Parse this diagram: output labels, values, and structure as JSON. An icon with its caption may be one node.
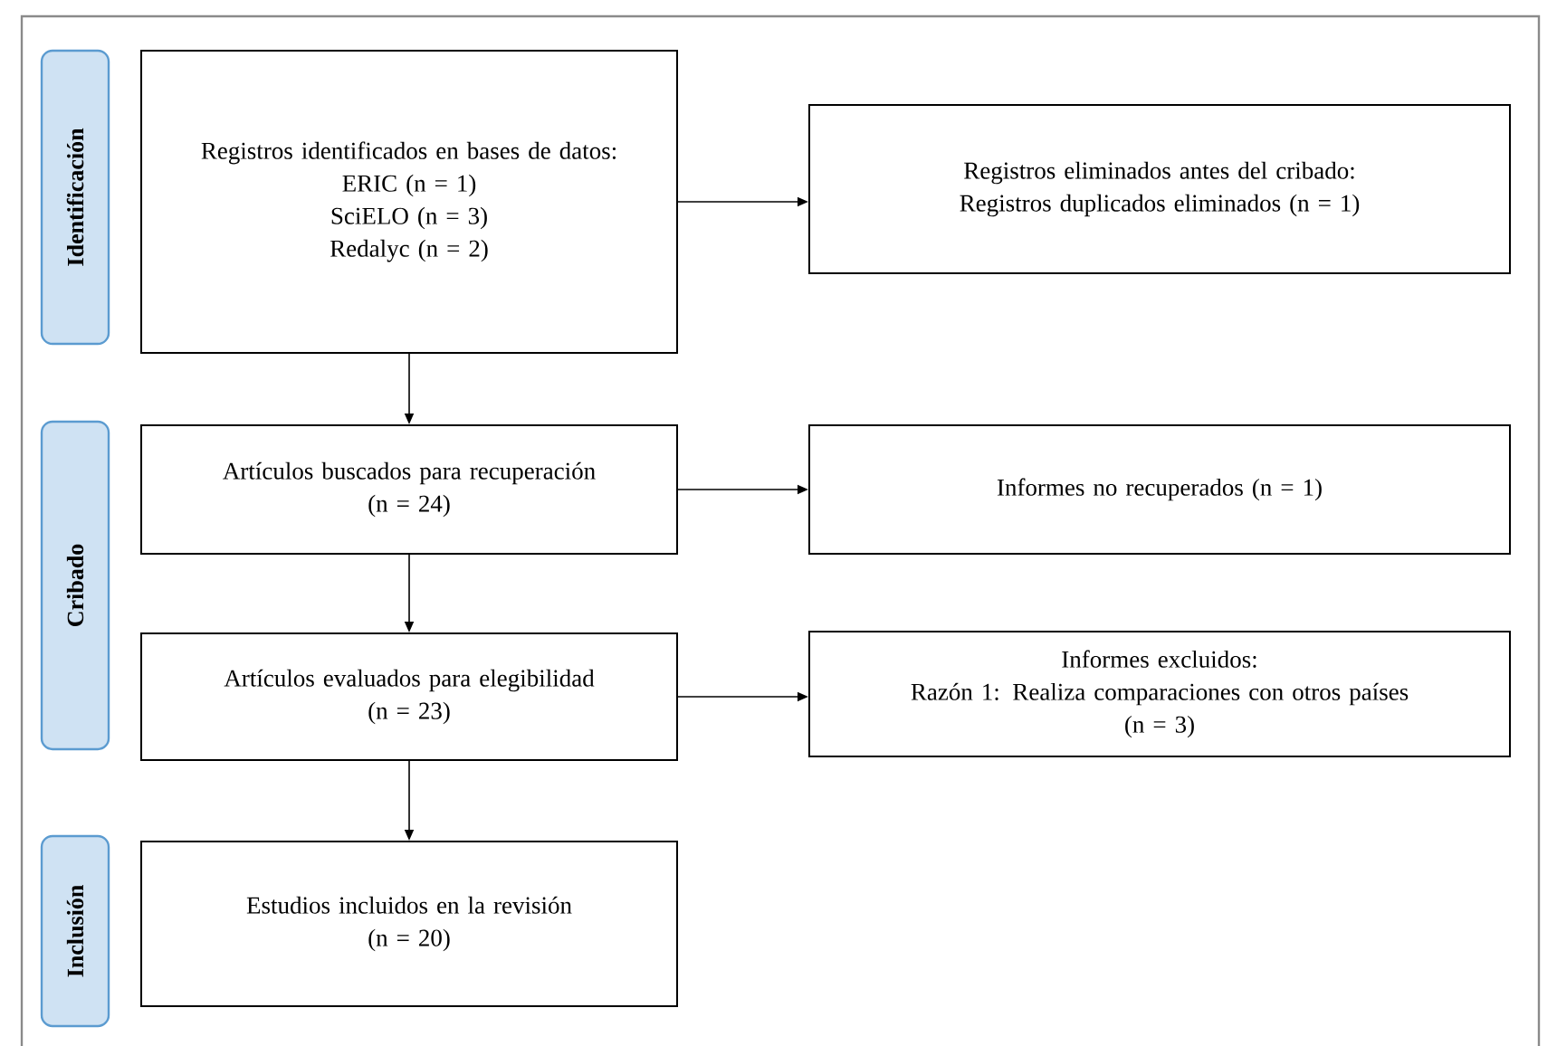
{
  "diagram": {
    "nodes": [
      {
        "text": [
          "Identificación"
        ]
      },
      {
        "text": [
          "Registros identificados en bases de datos:",
          "ERIC (n = 1)",
          "SciELO (n = 3)",
          "Redalyc (n = 2)"
        ]
      },
      {
        "text": [
          "Registros eliminados antes del cribado:",
          "Registros duplicados eliminados (n = 1)"
        ]
      },
      {
        "text": [
          "Cribado"
        ]
      },
      {
        "text": [
          "Artículos buscados para recuperación",
          "(n = 24)"
        ]
      },
      {
        "text": [
          "Informes no recuperados (n = 1)"
        ]
      },
      {
        "text": [
          "Artículos evaluados para elegibilidad",
          "(n = 23)"
        ]
      },
      {
        "text": [
          "Informes excluidos:",
          "Razón 1: Realiza comparaciones con otros países",
          "(n = 3)"
        ]
      },
      {
        "text": [
          "Inclusión"
        ]
      },
      {
        "text": [
          "Estudios incluidos en la revisión",
          "(n = 20)"
        ]
      }
    ],
    "edges": [
      {
        "from": 1,
        "to": 2,
        "arrow": "to"
      },
      {
        "from": 1,
        "to": 4,
        "arrow": "to"
      },
      {
        "from": 4,
        "to": 5,
        "arrow": "to"
      },
      {
        "from": 4,
        "to": 6,
        "arrow": "to"
      },
      {
        "from": 6,
        "to": 7,
        "arrow": "to"
      },
      {
        "from": 6,
        "to": 9,
        "arrow": "to"
      }
    ]
  }
}
